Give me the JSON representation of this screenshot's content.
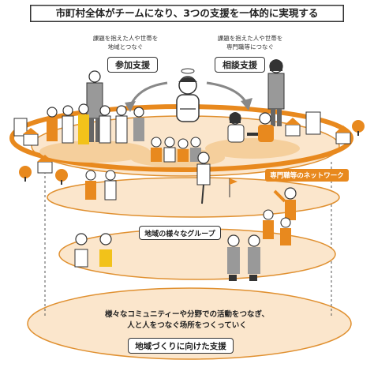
{
  "title": "市町村全体がチームになり、3つの支援を一体的に実現する",
  "sanka": {
    "note_line1": "課題を抱えた人や世帯を",
    "note_line2": "地域とつなぐ",
    "label": "参加支援"
  },
  "sodan": {
    "note_line1": "課題を抱えた人や世帯を",
    "note_line2": "専門職等につなぐ",
    "label": "相談支援"
  },
  "network_label": "専門職等のネットワーク",
  "groups_label": "地域の様々なグループ",
  "bottom": {
    "line1": "様々なコミュニティーや分野での活動をつなぎ、",
    "line2": "人と人をつなぐ场所をつくっていく",
    "label": "地域づくりに向けた支援"
  },
  "colors": {
    "ellipse": "#f8dfc0",
    "ellipse_line": "#e09030",
    "orange": "#e8891e",
    "ink": "#333333"
  }
}
